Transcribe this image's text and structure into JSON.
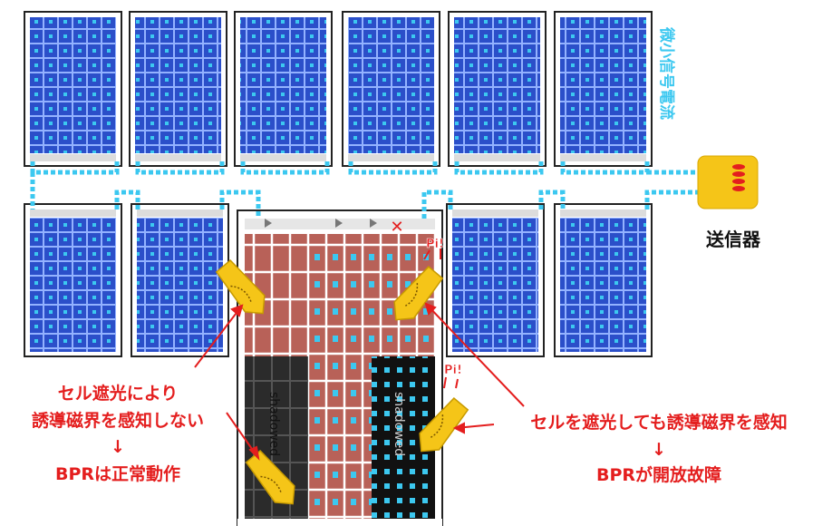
{
  "labels": {
    "weak_signal": "微小信号電流",
    "transmitter": "送信器",
    "left_line1": "セル遮光により",
    "left_line2": "誘導磁界を感知しない",
    "left_arrow": "↓",
    "left_result": "BPRは正常動作",
    "right_line1": "セルを遮光しても誘導磁界を感知",
    "right_arrow": "↓",
    "right_result": "BPRが開放故障",
    "shadowed": "shadowed",
    "pi": "Pi!",
    "fault_mark": "✕"
  },
  "colors": {
    "cell_blue": "#2b4fc9",
    "signal_line": "#3cc8f0",
    "annotation_red": "#e41e1e",
    "transmitter_yellow": "#f5c518",
    "shaded_cell": "#b86158",
    "shadow_dark": "#2b2b2b"
  }
}
